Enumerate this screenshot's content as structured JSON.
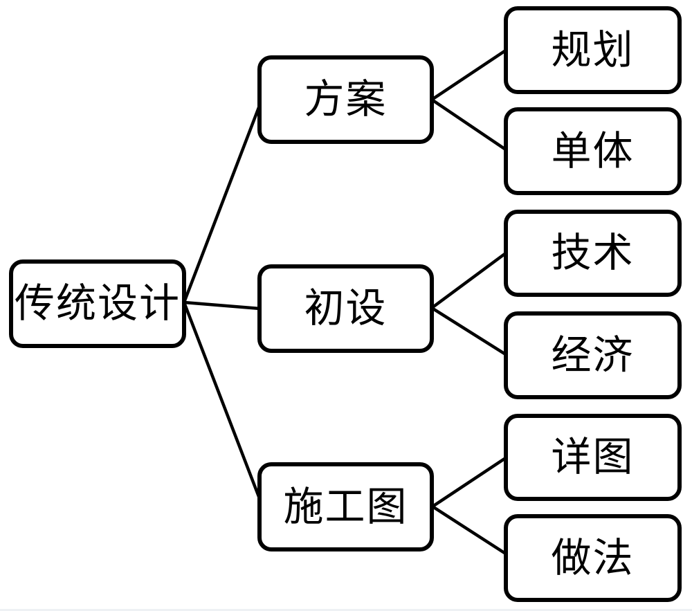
{
  "diagram": {
    "type": "tree",
    "direction": "left-to-right",
    "root": {
      "id": "root",
      "label": "传统设计"
    },
    "level2": [
      {
        "id": "scheme",
        "label": "方案",
        "parent": "root"
      },
      {
        "id": "prelim",
        "label": "初设",
        "parent": "root"
      },
      {
        "id": "constr",
        "label": "施工图",
        "parent": "root"
      }
    ],
    "level3": [
      {
        "id": "planning",
        "label": "规划",
        "parent": "scheme"
      },
      {
        "id": "single",
        "label": "单体",
        "parent": "scheme"
      },
      {
        "id": "technical",
        "label": "技术",
        "parent": "prelim"
      },
      {
        "id": "economic",
        "label": "经济",
        "parent": "prelim"
      },
      {
        "id": "detail",
        "label": "详图",
        "parent": "constr"
      },
      {
        "id": "method",
        "label": "做法",
        "parent": "constr"
      }
    ],
    "edges": [
      {
        "from": "root",
        "to": "scheme"
      },
      {
        "from": "root",
        "to": "prelim"
      },
      {
        "from": "root",
        "to": "constr"
      },
      {
        "from": "scheme",
        "to": "planning"
      },
      {
        "from": "scheme",
        "to": "single"
      },
      {
        "from": "prelim",
        "to": "technical"
      },
      {
        "from": "prelim",
        "to": "economic"
      },
      {
        "from": "constr",
        "to": "detail"
      },
      {
        "from": "constr",
        "to": "method"
      }
    ],
    "colors": {
      "background": "#ffffff",
      "node_fill": "#ffffff",
      "node_border": "#000000",
      "text": "#000000",
      "connector": "#000000"
    }
  }
}
